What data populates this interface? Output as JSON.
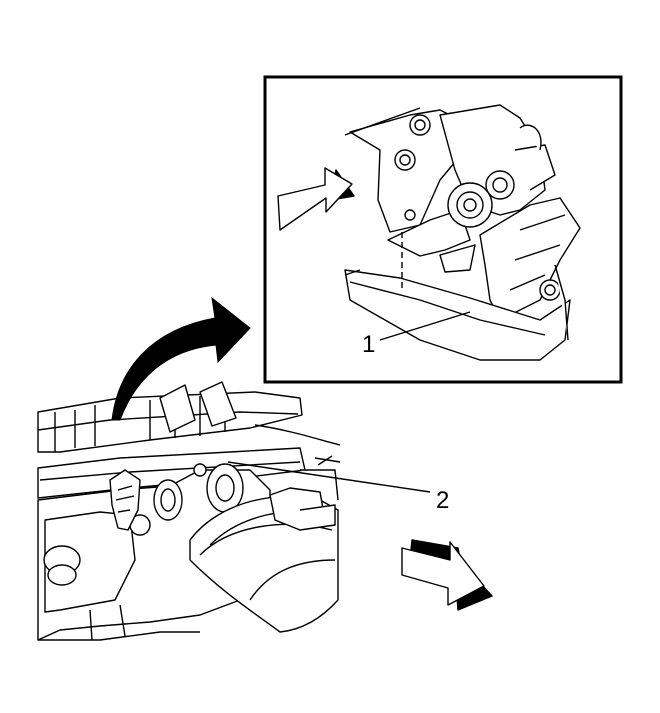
{
  "diagram": {
    "callouts": [
      {
        "id": "1",
        "label": "1"
      },
      {
        "id": "2",
        "label": "2"
      }
    ],
    "colors": {
      "line": "#000000",
      "background": "#ffffff",
      "arrow_shadow": "#000000"
    },
    "icons": [
      "direction-arrow-icon",
      "curved-pointer-arrow-icon"
    ]
  }
}
